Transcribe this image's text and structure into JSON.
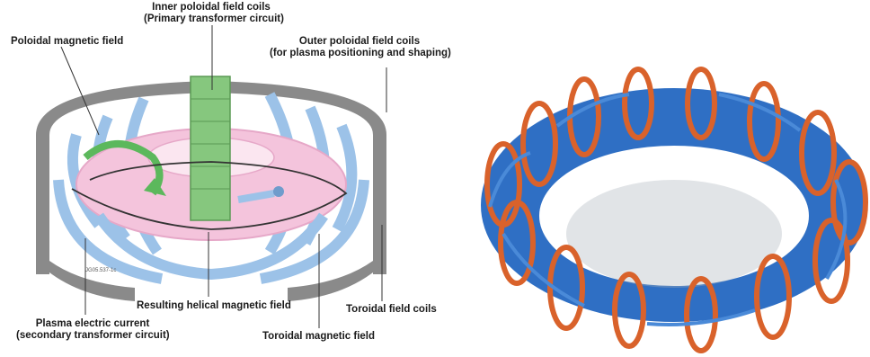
{
  "tokamak_diagram": {
    "labels": {
      "inner_poloidal_coils": [
        "Inner poloidal field coils",
        "(Primary transformer circuit)"
      ],
      "poloidal_field": "Poloidal magnetic field",
      "outer_poloidal_coils": [
        "Outer poloidal field coils",
        "(for plasma positioning and shaping)"
      ],
      "helical_field": "Resulting helical magnetic field",
      "toroidal_coils": "Toroidal field coils",
      "plasma_current": [
        "Plasma electric current",
        "(secondary transformer circuit)"
      ],
      "toroidal_field": "Toroidal magnetic field",
      "figure_code": "JG05.537-1c"
    },
    "colors": {
      "toroidal_coil": "#9cc2e8",
      "poloidal_coil": "#7a7a7a",
      "plasma": "#f4c4dc",
      "inner_coil": "#86c77e",
      "arrow_green": "#5cb85c"
    }
  },
  "stellarator_render": {
    "colors": {
      "coil_blue": "#2f6fc4",
      "coil_orange": "#d9622b",
      "vessel_grey": "#a9b1bb"
    }
  }
}
